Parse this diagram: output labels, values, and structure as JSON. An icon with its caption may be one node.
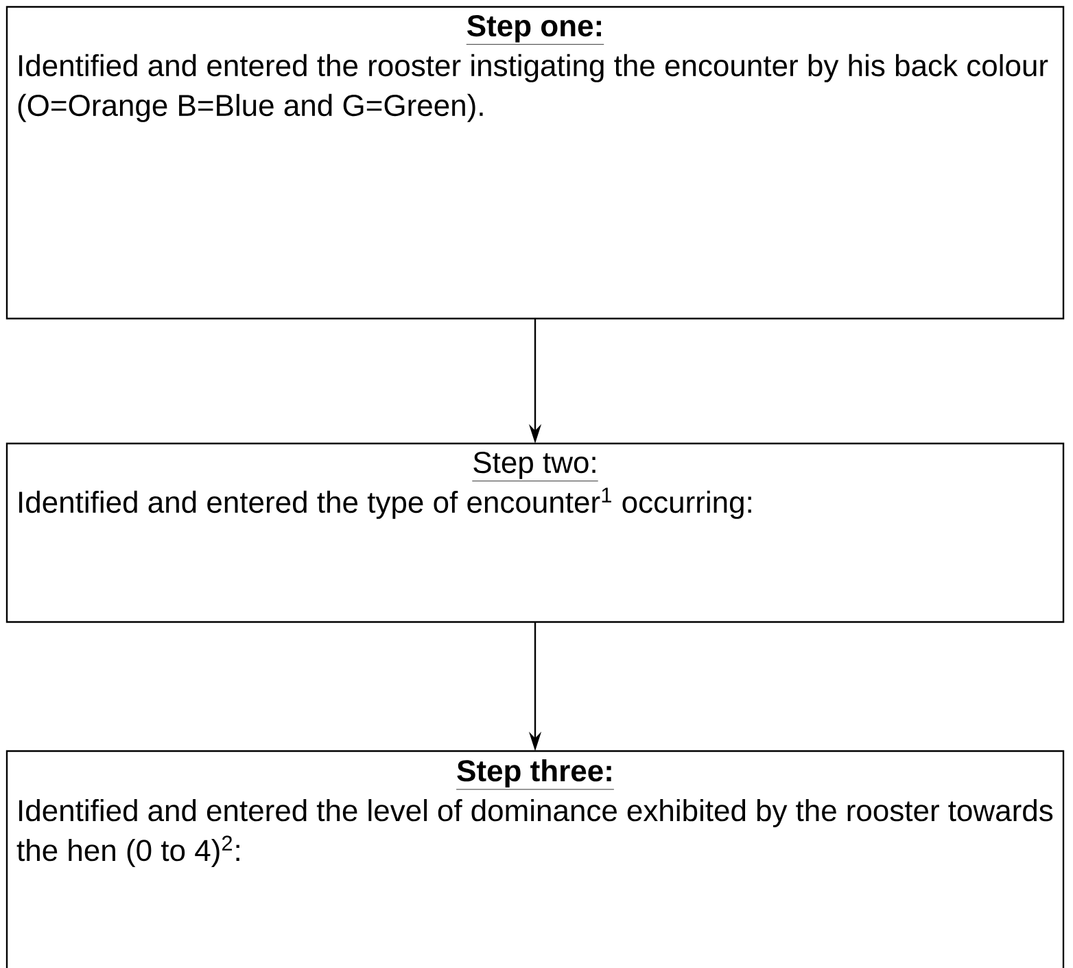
{
  "diagram": {
    "nodes": [
      {
        "text": [
          "Step one:",
          "Identified and entered the rooster instigating the encounter by his back colour (O=Orange B=Blue and G=Green)."
        ]
      },
      {
        "text": [
          "Step two:",
          "Identified and entered the type of encounter$^{1}$ occurring:"
        ]
      },
      {
        "text": [
          "Step three:",
          "Identified and entered the level of dominance exhibited by the rooster towards the hen (0 to 4)$^{2}$:"
        ]
      }
    ],
    "edges": [
      {
        "from": 0,
        "to": 1,
        "arrow": "to"
      },
      {
        "from": 1,
        "to": 2,
        "arrow": "to"
      }
    ]
  }
}
